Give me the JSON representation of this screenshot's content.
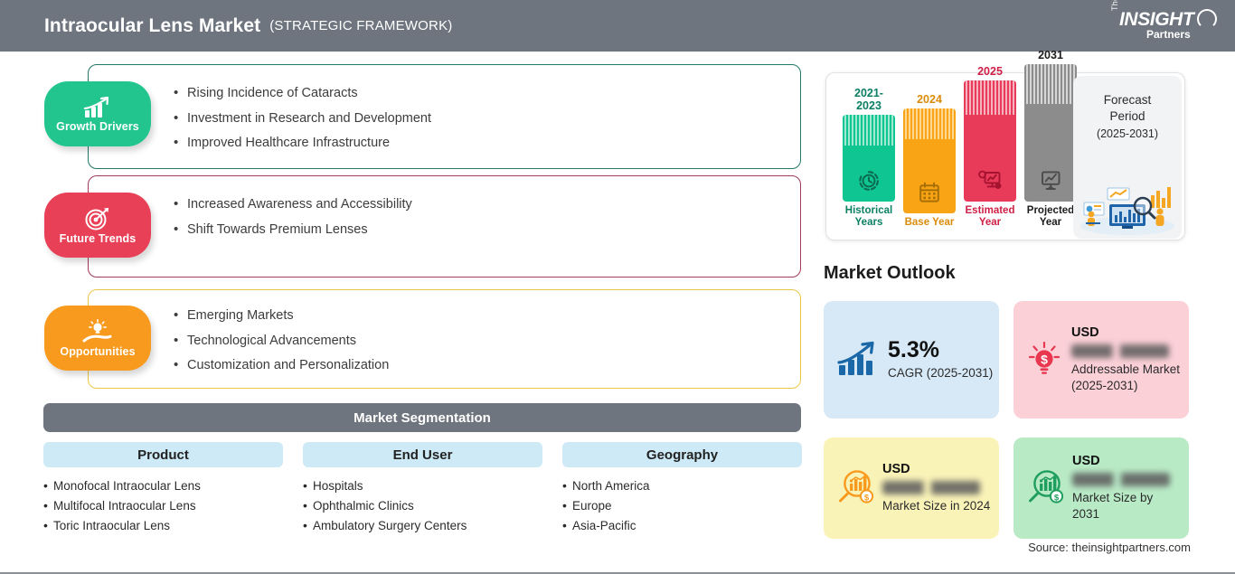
{
  "header": {
    "title": "Intraocular Lens Market",
    "subtitle": "(STRATEGIC FRAMEWORK)",
    "bg_color": "#6e757e",
    "logo": {
      "the": "The",
      "insight": "INSIGHT",
      "partners": "Partners"
    }
  },
  "panels": [
    {
      "id": "growth-drivers",
      "badge_label": "Growth Drivers",
      "icon": "bar-chart-arrow-icon",
      "badge_color": "#23c58e",
      "border_color": "#1f7a66",
      "bullets": [
        "Rising Incidence of Cataracts",
        "Investment in Research and Development",
        "Improved Healthcare Infrastructure"
      ]
    },
    {
      "id": "future-trends",
      "badge_label": "Future Trends",
      "icon": "target-dart-icon",
      "badge_color": "#e84057",
      "border_color": "#a33a57",
      "bullets": [
        "Increased Awareness and Accessibility",
        "Shift Towards Premium Lenses"
      ]
    },
    {
      "id": "opportunities",
      "badge_label": "Opportunities",
      "icon": "lightbulb-hand-icon",
      "badge_color": "#f79a1e",
      "border_color": "#e8c84a",
      "bullets": [
        "Emerging Markets",
        "Technological Advancements",
        "Customization and Personalization"
      ]
    }
  ],
  "segmentation": {
    "title": "Market Segmentation",
    "columns": [
      {
        "header": "Product",
        "items": [
          "Monofocal Intraocular Lens",
          "Multifocal Intraocular Lens",
          "Toric Intraocular Lens"
        ]
      },
      {
        "header": "End User",
        "items": [
          "Hospitals",
          "Ophthalmic Clinics",
          "Ambulatory Surgery Centers"
        ]
      },
      {
        "header": "Geography",
        "items": [
          "North America",
          "Europe",
          "Asia-Pacific"
        ]
      }
    ]
  },
  "chart_data": {
    "type": "bar",
    "title": "Study Period Timeline",
    "categories": [
      "Historical Years",
      "Base Year",
      "Estimated Year",
      "Projected Year"
    ],
    "year_labels": [
      "2021-2023",
      "2024",
      "2025",
      "2031"
    ],
    "values": [
      96,
      116,
      134,
      152
    ],
    "colors": [
      "#0fc693",
      "#f9a414",
      "#e83b5a",
      "#8c8c8c"
    ],
    "icons": [
      "clock-history-icon",
      "calendar-icon",
      "analytics-gear-icon",
      "presentation-chart-icon"
    ],
    "ylabel": "",
    "xlabel": "",
    "grid": false,
    "legend": "none"
  },
  "timeline": {
    "forecast_title": "Forecast",
    "forecast_title2": "Period",
    "forecast_range": "(2025-2031)",
    "illustration": "data-analysis-illustration"
  },
  "market_outlook": {
    "title": "Market Outlook",
    "cards": [
      {
        "id": "cagr",
        "value": "5.3%",
        "label": "CAGR (2025-2031)",
        "bg": "#d7e9f6",
        "icon": "growth-bar-arrow-icon",
        "has_usd": false,
        "blurred": false
      },
      {
        "id": "addressable-market",
        "usd": "USD",
        "label": "Addressable Market (2025-2031)",
        "bg": "#fbd0d7",
        "icon": "lightbulb-dollar-icon",
        "has_usd": true,
        "blurred": true
      },
      {
        "id": "market-size-2024",
        "usd": "USD",
        "label": "Market Size in 2024",
        "bg": "#faf3b8",
        "icon": "magnifier-chart-dollar-icon",
        "has_usd": true,
        "blurred": true
      },
      {
        "id": "market-size-2031",
        "usd": "USD",
        "label": "Market Size by 2031",
        "bg": "#b9eac6",
        "icon": "magnifier-chart-dollar-icon",
        "has_usd": true,
        "blurred": true
      }
    ]
  },
  "source": "Source: theinsightpartners.com"
}
